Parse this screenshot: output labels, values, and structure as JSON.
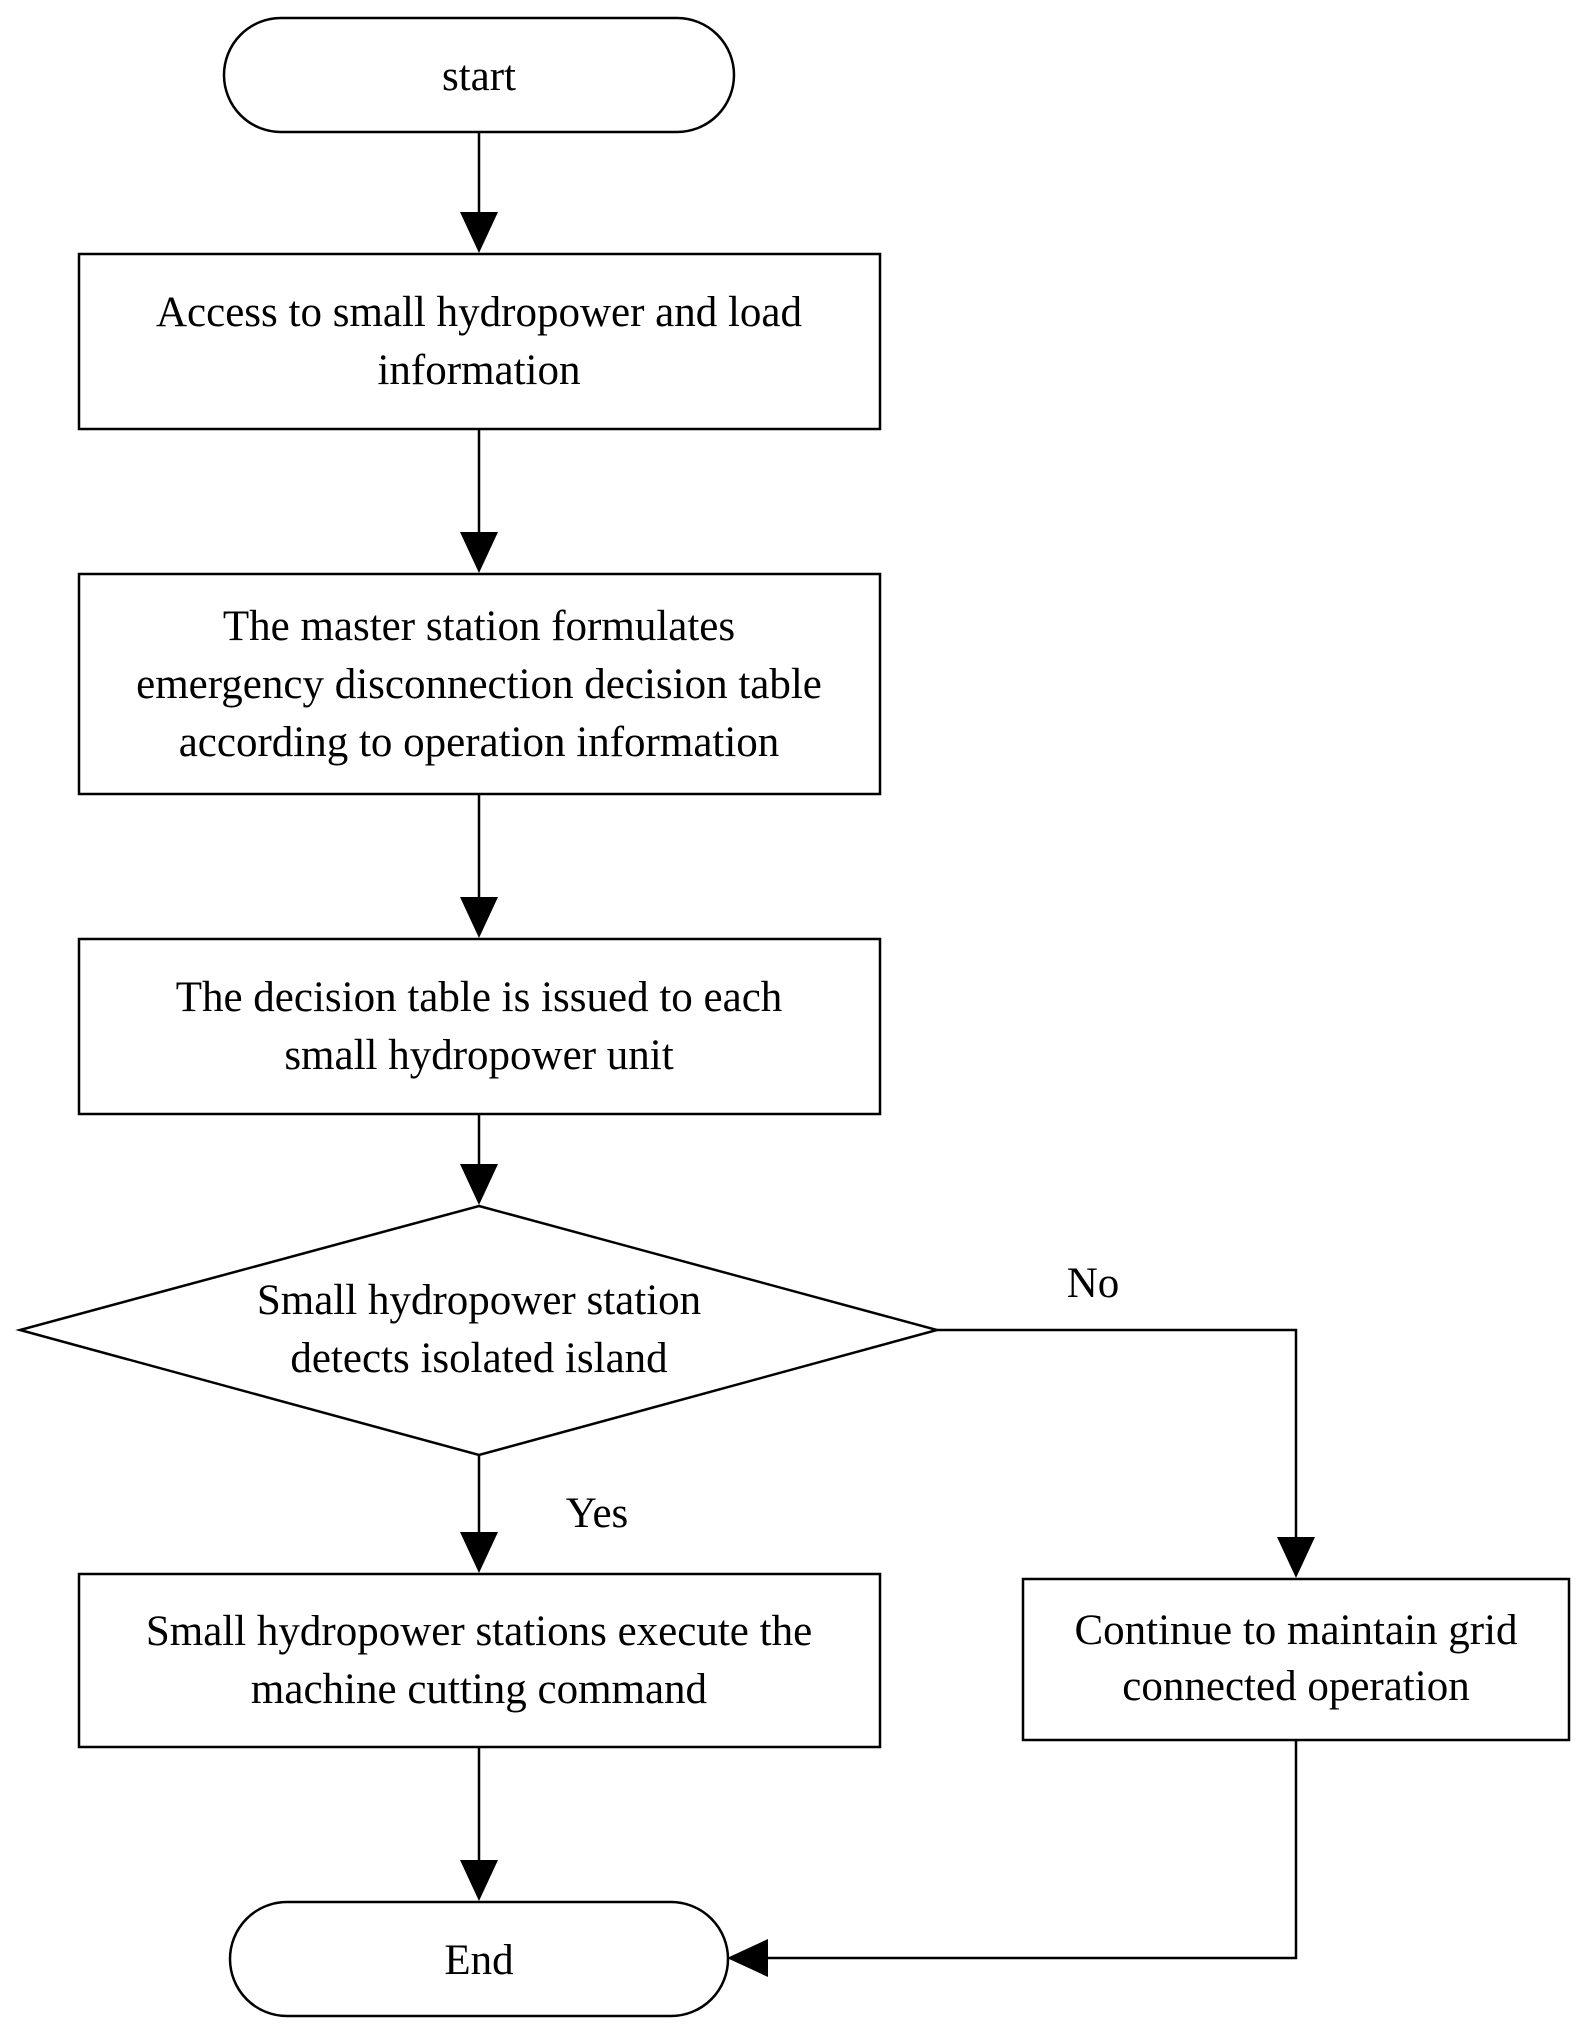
{
  "nodes": {
    "start": {
      "lines": [
        "start"
      ]
    },
    "access": {
      "lines": [
        "Access to small hydropower and load",
        "information"
      ]
    },
    "formulate": {
      "lines": [
        "The master station formulates",
        "emergency disconnection decision table",
        "according to operation information"
      ]
    },
    "issue": {
      "lines": [
        "The decision table is issued to each",
        "small hydropower unit"
      ]
    },
    "detect": {
      "lines": [
        "Small hydropower station",
        "detects isolated island"
      ]
    },
    "execute": {
      "lines": [
        "Small hydropower stations execute the",
        "machine cutting command"
      ]
    },
    "continue": {
      "lines": [
        "Continue to maintain grid",
        "connected operation"
      ]
    },
    "end": {
      "lines": [
        "End"
      ]
    }
  },
  "edges": {
    "no_label": "No",
    "yes_label": "Yes"
  }
}
